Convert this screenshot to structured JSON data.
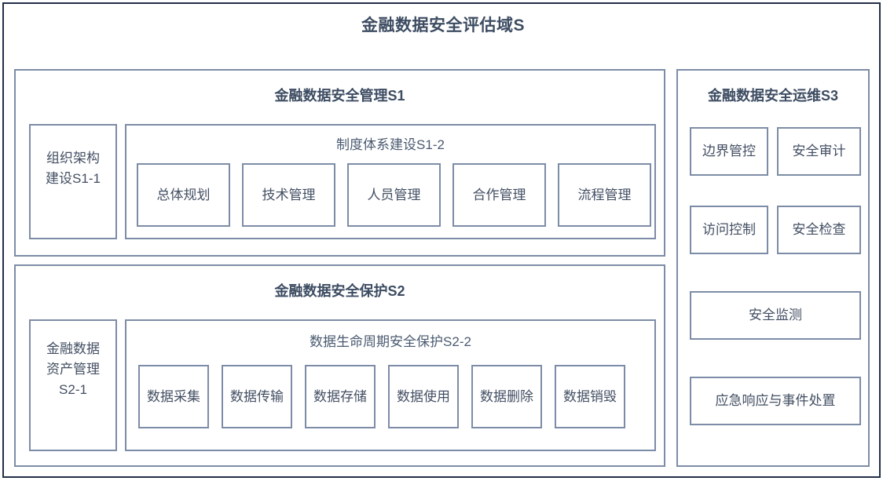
{
  "diagram": {
    "title": "金融数据安全评估域S",
    "colors": {
      "outer_border": "#222f49",
      "inner_border": "#7d8ca6",
      "heading_text": "#3d4c62",
      "box_text": "#434f63",
      "background": "#ffffff"
    },
    "sections": [
      {
        "id": "S1",
        "title": "金融数据安全管理S1",
        "left_box": {
          "label": "组织架构\n建设S1-1"
        },
        "group": {
          "title": "制度体系建设S1-2",
          "items": [
            {
              "label": "总体规划"
            },
            {
              "label": "技术管理"
            },
            {
              "label": "人员管理"
            },
            {
              "label": "合作管理"
            },
            {
              "label": "流程管理"
            }
          ]
        }
      },
      {
        "id": "S2",
        "title": "金融数据安全保护S2",
        "left_box": {
          "label": "金融数据\n资产管理\nS2-1"
        },
        "group": {
          "title": "数据生命周期安全保护S2-2",
          "items": [
            {
              "label": "数据采集"
            },
            {
              "label": "数据传输"
            },
            {
              "label": "数据存储"
            },
            {
              "label": "数据使用"
            },
            {
              "label": "数据删除"
            },
            {
              "label": "数据销毁"
            }
          ]
        }
      },
      {
        "id": "S3",
        "title": "金融数据安全运维S3",
        "items": [
          {
            "label": "边界管控"
          },
          {
            "label": "安全审计"
          },
          {
            "label": "访问控制"
          },
          {
            "label": "安全检查"
          },
          {
            "label": "安全监测"
          },
          {
            "label": "应急响应与事件处置"
          }
        ]
      }
    ]
  }
}
